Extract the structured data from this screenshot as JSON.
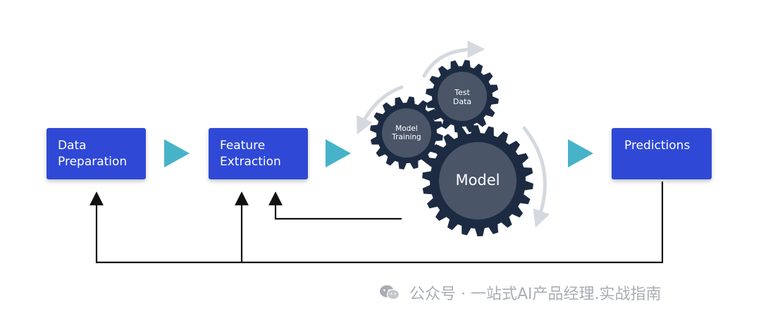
{
  "steps": {
    "data_preparation": {
      "line1": "Data",
      "line2": "Preparation"
    },
    "feature_extraction": {
      "line1": "Feature",
      "line2": "Extraction"
    },
    "predictions": {
      "line1": "Predictions"
    }
  },
  "gears": {
    "test_data": {
      "line1": "Test",
      "line2": "Data"
    },
    "model_training": {
      "line1": "Model",
      "line2": "Training"
    },
    "model": {
      "label": "Model"
    }
  },
  "watermark": {
    "text": "公众号 · 一站式AI产品经理.实战指南"
  },
  "colors": {
    "box_fill": "#2f49d6",
    "arrow_cyan": "#46b3c9",
    "gear_dark": "#1c2b42",
    "gear_inner": "#4a5568",
    "cycle_arrow": "#d5d9df",
    "line": "#111111"
  }
}
